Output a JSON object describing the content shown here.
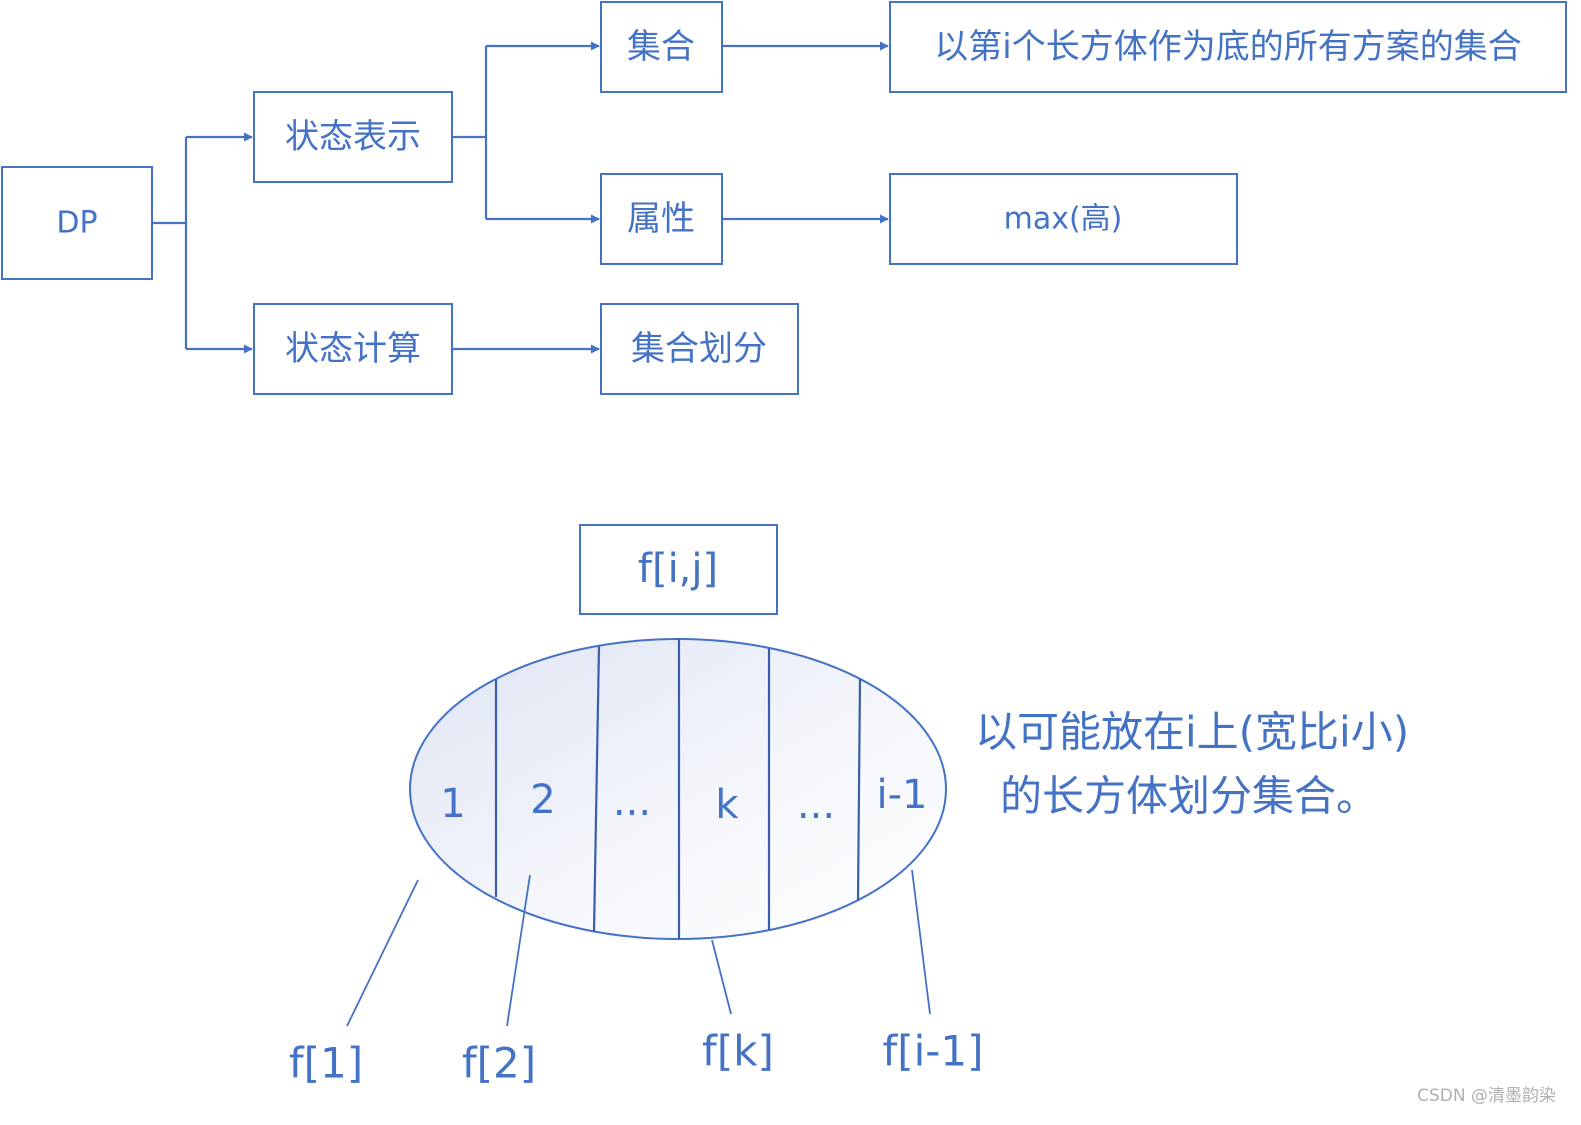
{
  "tree": {
    "root": "DP",
    "state_repr": "状态表示",
    "state_calc": "状态计算",
    "set": "集合",
    "attribute": "属性",
    "set_desc": "以第i个长方体作为底的所有方案的集合",
    "attribute_desc": "max(高)",
    "set_partition": "集合划分"
  },
  "partition": {
    "state": "f[i,j]",
    "cells": [
      "1",
      "2",
      "...",
      "k",
      "...",
      "i-1"
    ],
    "labels": [
      "f[1]",
      "f[2]",
      "f[k]",
      "f[i-1]"
    ],
    "description_line1": "以可能放在i上(宽比i小)",
    "description_line2": "的长方体划分集合。"
  },
  "colors": {
    "primary": "#4472c4"
  },
  "watermark": "CSDN @清墨韵染"
}
